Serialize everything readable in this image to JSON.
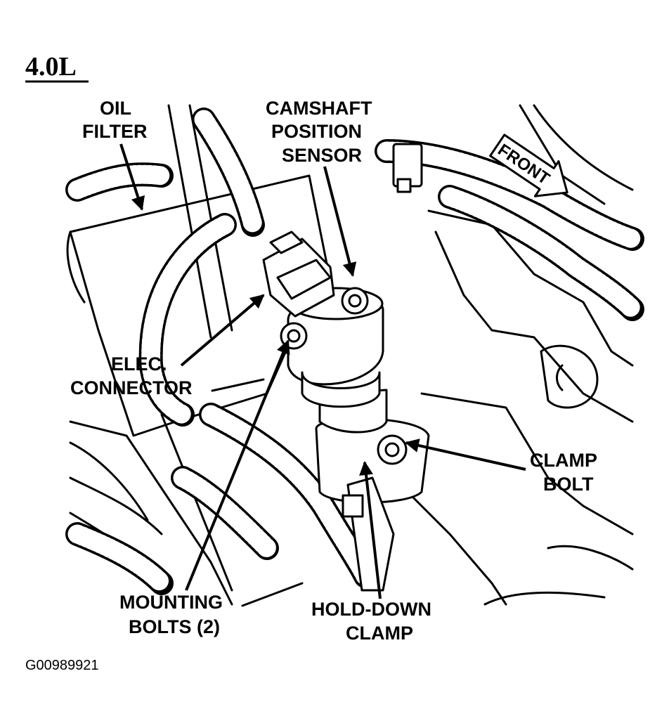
{
  "heading": "4.0L",
  "figure_id": "G00989921",
  "labels": {
    "oil_filter": [
      "OIL",
      "FILTER"
    ],
    "camshaft_position_sensor": [
      "CAMSHAFT",
      "POSITION",
      "SENSOR"
    ],
    "front": "FRONT",
    "elec_connector": [
      "ELEC.",
      "CONNECTOR"
    ],
    "clamp_bolt": [
      "CLAMP",
      "BOLT"
    ],
    "mounting_bolts": [
      "MOUNTING",
      "BOLTS (2)"
    ],
    "hold_down_clamp": [
      "HOLD-DOWN",
      "CLAMP"
    ]
  }
}
